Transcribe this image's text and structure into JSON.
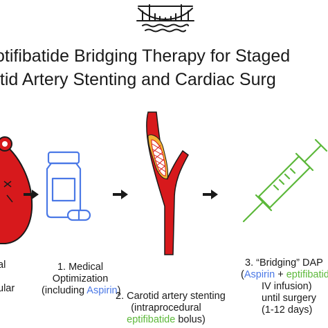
{
  "header": {
    "icon": "bridge-icon",
    "title_line1": "otifibatide Bridging Therapy for Staged",
    "title_line2": "otid Artery Stenting and Cardiac Surg"
  },
  "colors": {
    "text": "#1a1a1a",
    "aspirin": "#4a78e6",
    "eptifibatide": "#5cb83a",
    "artery_red": "#d7191c",
    "plaque_yellow": "#f2b234"
  },
  "steps": {
    "step0": {
      "icon": "heart-icon",
      "line1": "al",
      "line2": "ular"
    },
    "step1": {
      "icon": "pill-bottle-icon",
      "line1": "1. Medical",
      "line2": "Optimization",
      "line3_prefix": "(including ",
      "line3_drug": "Aspirin",
      "line3_suffix": ")"
    },
    "step2": {
      "icon": "stented-carotid-artery-icon",
      "line1": "2. Carotid artery stenting",
      "line2": "(intraprocedural",
      "line3_drug": "eptifibatide",
      "line3_suffix": " bolus)"
    },
    "step3": {
      "icon": "syringe-icon",
      "line1": "3. “Bridging” DAP",
      "line2_open": "(",
      "line2_drug1": "Aspirin",
      "line2_plus": " + ",
      "line2_drug2": "eptifibatid",
      "line3": "IV infusion)",
      "line4": "until surgery",
      "line5": "(1-12 days)"
    }
  },
  "arrows": [
    "arrow-right-icon",
    "arrow-right-icon",
    "arrow-right-icon"
  ]
}
